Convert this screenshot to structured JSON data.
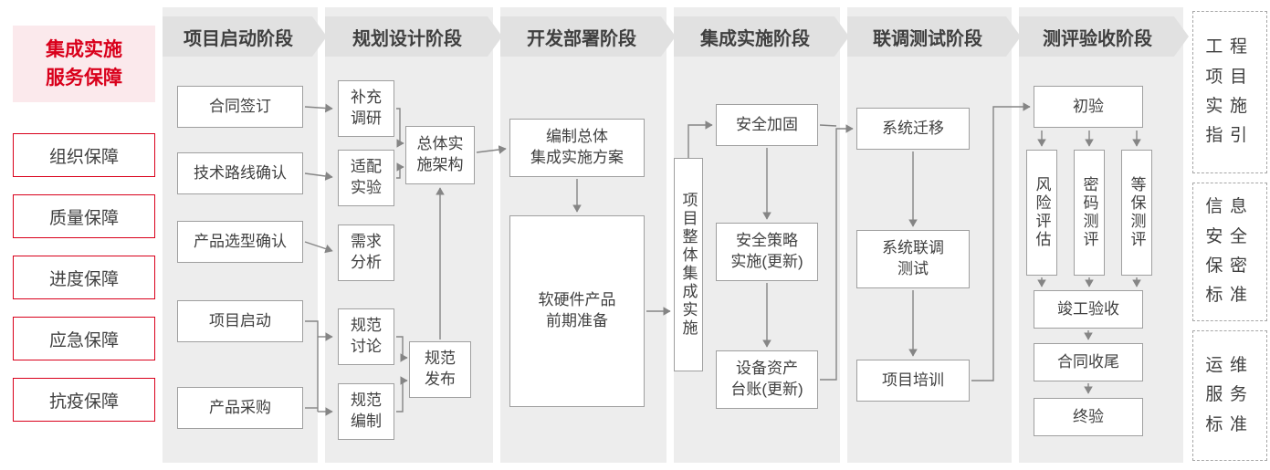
{
  "colors": {
    "accent_red": "#d9001b",
    "pink_bg": "#fbe9ec",
    "band_gray": "#ededed",
    "header_gray": "#e1e1e1",
    "border_gray": "#9f9f9f",
    "text_dark": "#404040",
    "arrow_gray": "#858585"
  },
  "sidebar": {
    "title": "集成实施\n服务保障",
    "items": [
      {
        "label": "组织保障"
      },
      {
        "label": "质量保障"
      },
      {
        "label": "进度保障"
      },
      {
        "label": "应急保障"
      },
      {
        "label": "抗疫保障"
      }
    ]
  },
  "phases": [
    {
      "header": "项目启动阶段",
      "boxes": [
        {
          "label": "合同签订"
        },
        {
          "label": "技术路线确认"
        },
        {
          "label": "产品选型确认"
        },
        {
          "label": "项目启动"
        },
        {
          "label": "产品采购"
        }
      ]
    },
    {
      "header": "规划设计阶段",
      "boxes": [
        {
          "label": "补充\n调研"
        },
        {
          "label": "适配\n实验"
        },
        {
          "label": "需求\n分析"
        },
        {
          "label": "规范\n讨论"
        },
        {
          "label": "规范\n编制"
        },
        {
          "label": "总体实\n施架构"
        },
        {
          "label": "规范\n发布"
        }
      ]
    },
    {
      "header": "开发部署阶段",
      "boxes": [
        {
          "label": "编制总体\n集成实施方案"
        },
        {
          "label": "软硬件产品\n前期准备"
        }
      ]
    },
    {
      "header": "集成实施阶段",
      "boxes": [
        {
          "label": "项目整体集成实施"
        },
        {
          "label": "安全加固"
        },
        {
          "label": "安全策略\n实施(更新)"
        },
        {
          "label": "设备资产\n台账(更新)"
        }
      ]
    },
    {
      "header": "联调测试阶段",
      "boxes": [
        {
          "label": "系统迁移"
        },
        {
          "label": "系统联调\n测试"
        },
        {
          "label": "项目培训"
        }
      ]
    },
    {
      "header": "测评验收阶段",
      "boxes": [
        {
          "label": "初验"
        },
        {
          "label": "风险评估"
        },
        {
          "label": "密码测评"
        },
        {
          "label": "等保测评"
        },
        {
          "label": "竣工验收"
        },
        {
          "label": "合同收尾"
        },
        {
          "label": "终验"
        }
      ]
    }
  ],
  "right_panel": {
    "items": [
      {
        "label": "工程\n项目\n实施\n指引"
      },
      {
        "label": "信息\n安全\n保密\n标准"
      },
      {
        "label": "运维\n服务\n标准"
      }
    ]
  }
}
